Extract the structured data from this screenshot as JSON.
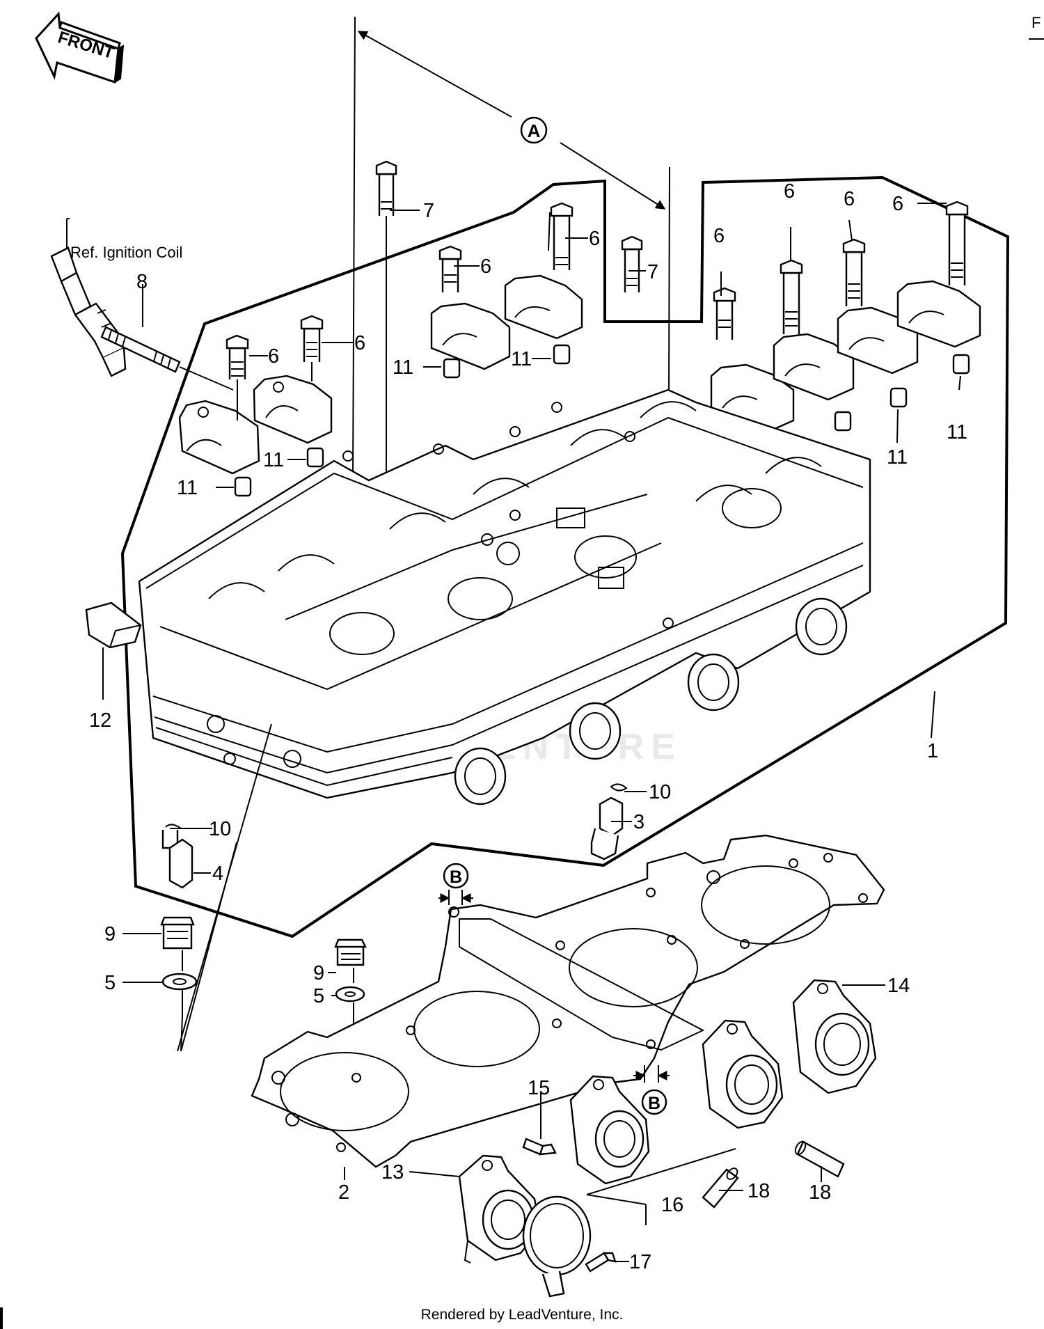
{
  "front_label": "FRONT",
  "ref_label": "Ref. Ignition Coil",
  "markers": {
    "a": "A",
    "b": "B"
  },
  "callouts": {
    "c1": "1",
    "c2": "2",
    "c3": "3",
    "c4": "4",
    "c5": "5",
    "c6": "6",
    "c7": "7",
    "c8": "8",
    "c9": "9",
    "c10": "10",
    "c11": "11",
    "c12": "12",
    "c13": "13",
    "c14": "14",
    "c15": "15",
    "c16": "16",
    "c17": "17",
    "c18": "18"
  },
  "watermark": "LEADVENTURE",
  "footer": "Rendered by LeadVenture, Inc.",
  "corner_mark": "F"
}
